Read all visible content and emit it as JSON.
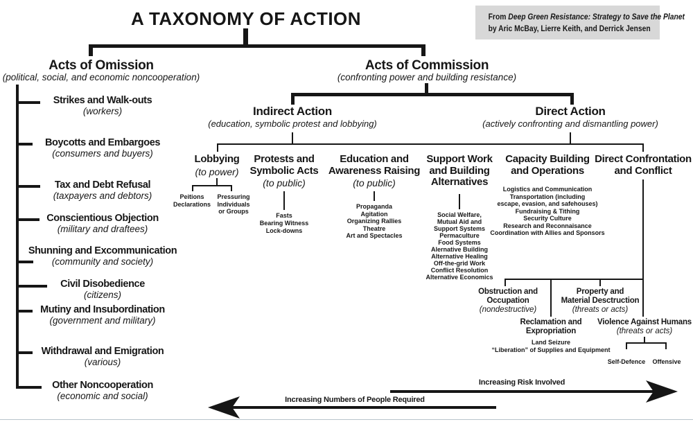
{
  "title": "A TAXONOMY OF ACTION",
  "attribution": {
    "prefix": "From ",
    "book_title": "Deep Green Resistance: Strategy to Save the Planet",
    "authors": "by Aric McBay, Lierre Keith, and Derrick Jensen"
  },
  "omission": {
    "heading": "Acts of Omission",
    "subtitle": "(political, social, and economic noncooperation)",
    "items": [
      {
        "label": "Strikes and Walk-outs",
        "sub": "(workers)"
      },
      {
        "label": "Boycotts and Embargoes",
        "sub": "(consumers and buyers)"
      },
      {
        "label": "Tax and Debt Refusal",
        "sub": "(taxpayers and debtors)"
      },
      {
        "label": "Conscientious Objection",
        "sub": "(military and draftees)"
      },
      {
        "label": "Shunning and Excommunication",
        "sub": "(community and society)"
      },
      {
        "label": "Civil Disobedience",
        "sub": "(citizens)"
      },
      {
        "label": "Mutiny and Insubordination",
        "sub": "(government and military)"
      },
      {
        "label": "Withdrawal and Emigration",
        "sub": "(various)"
      },
      {
        "label": "Other Noncooperation",
        "sub": "(economic and social)"
      }
    ]
  },
  "commission": {
    "heading": "Acts of Commission",
    "subtitle": "(confronting power and building resistance)"
  },
  "indirect": {
    "heading": "Indirect Action",
    "subtitle": "(education, symbolic protest and lobbying)"
  },
  "direct": {
    "heading": "Direct Action",
    "subtitle": "(actively confronting and dismantling power)"
  },
  "columns": {
    "lobbying": {
      "heading_lines": [
        "Lobbying"
      ],
      "sub": "(to power)",
      "group_left": [
        "Peitions",
        "Declarations"
      ],
      "group_right": [
        "Pressuring",
        "Individuals",
        "or Groups"
      ]
    },
    "protests": {
      "heading_lines": [
        "Protests and",
        "Symbolic Acts"
      ],
      "sub": "(to public)",
      "items": [
        "Fasts",
        "Bearing Witness",
        "Lock-downs"
      ]
    },
    "education": {
      "heading_lines": [
        "Education and",
        "Awareness Raising"
      ],
      "sub": "(to public)",
      "items": [
        "Propaganda",
        "Agitation",
        "Organizing Rallies",
        "Theatre",
        "Art and Spectacles"
      ]
    },
    "support": {
      "heading_lines": [
        "Support Work",
        "and Building",
        "Alternatives"
      ],
      "items": [
        "Social Welfare,",
        "Mutual Aid and",
        "Support Systems",
        "Permaculture",
        "Food Systems",
        "Alernative Building",
        "Alternative Healing",
        "Off-the-grid Work",
        "Conflict Resolution",
        "Alternative Economics"
      ]
    },
    "capacity": {
      "heading_lines": [
        "Capacity Building",
        "and Operations"
      ],
      "items": [
        "Logistics and Communication",
        "Transportation (including",
        "escape, evasion, and safehouses)",
        "Fundraising & Tithing",
        "Security Culture",
        "Research and Reconnaisance",
        "Coordination with Allies and Sponsors"
      ]
    },
    "confrontation": {
      "heading_lines": [
        "Direct Confrontation",
        "and Conflict"
      ]
    }
  },
  "confrontation_tree": {
    "obstruction": {
      "lines": [
        "Obstruction and",
        "Occupation"
      ],
      "sub": "(nondestructive)"
    },
    "property": {
      "lines": [
        "Property and",
        "Material Desctruction"
      ],
      "sub": "(threats or acts)"
    },
    "reclamation": {
      "lines": [
        "Reclamation and",
        "Expropriation"
      ],
      "items": [
        "Land Seizure",
        "“Liberation” of Supplies and Equipment"
      ]
    },
    "violence": {
      "lines": [
        "Violence Against Humans"
      ],
      "sub": "(threats or acts)",
      "left_child": "Self-Defence",
      "right_child": "Offensive"
    }
  },
  "arrows": {
    "risk": "Increasing Risk Involved",
    "people": "Increasing Numbers of People Required"
  },
  "colors": {
    "ink": "#161616",
    "attribution_bg": "#d8d8d8",
    "bottom_rule": "#b9c4cc"
  }
}
